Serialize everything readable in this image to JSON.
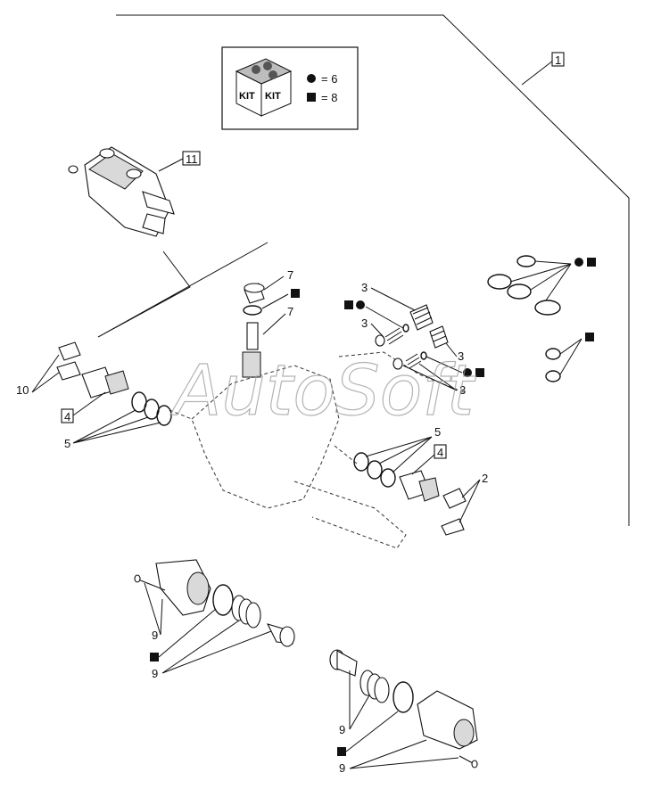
{
  "legend": {
    "kit_text": "KIT",
    "circle_qty": "= 6",
    "square_qty": "= 8"
  },
  "callouts": {
    "c1": "1",
    "c11": "11",
    "c4a": "4",
    "c4b": "4",
    "c2": "2",
    "c3a": "3",
    "c3b": "3",
    "c3c": "3",
    "c3d": "3",
    "c5a": "5",
    "c5b": "5",
    "c7a": "7",
    "c7b": "7",
    "c10": "10",
    "c9a": "9",
    "c9b": "9",
    "c9c": "9",
    "c9d": "9"
  },
  "watermark": "AutoSoft"
}
